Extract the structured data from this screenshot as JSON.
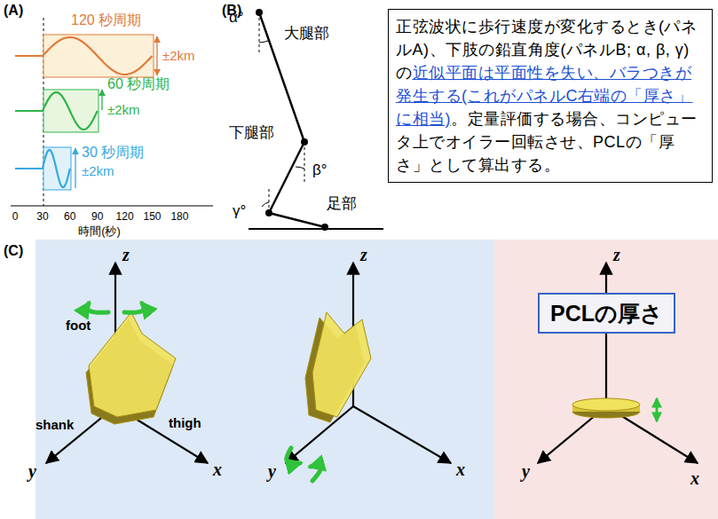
{
  "diagram": {
    "nodes": [
      {
        "text": [
          "正弦波状に歩行速度が変化するとき(パネルA)、下肢の鉛直角度(パネルB; α, β, γ)の",
          "近似平面は平面性を失い、バラつきが発生する(これがパネルC右端の「厚さ」に相当)",
          "。定量評価する場合、コンピュータ上でオイラー回転させ、PCLの「厚さ」として算出する。"
        ]
      },
      {
        "text": [
          "PCLの厚さ"
        ]
      }
    ],
    "labels": [
      "(A)",
      "120 秒周期",
      "±2km",
      "60 秒周期",
      "±2km",
      "30 秒周期",
      "±2km",
      "0",
      "30",
      "60",
      "90",
      "120",
      "150",
      "180",
      "時間(秒)",
      "(B)",
      "α°",
      "大腿部",
      "下腿部",
      "β°",
      "γ°",
      "足部",
      "(C)",
      "z",
      "foot",
      "shank",
      "thigh",
      "x",
      "y",
      "z",
      "x",
      "y",
      "z",
      "x",
      "y"
    ]
  }
}
